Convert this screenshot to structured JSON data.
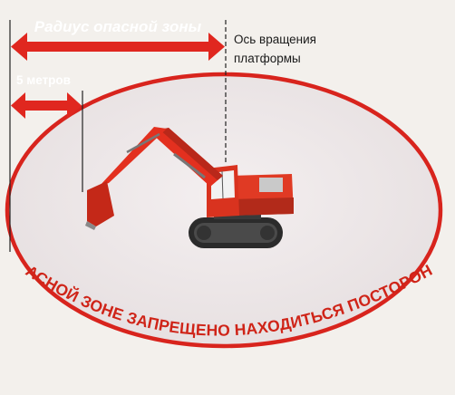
{
  "labels": {
    "radius": "Радиус опасной зоны",
    "five_meters": "5 метров",
    "axis_line1": "Ось вращения",
    "axis_line2": "платформы",
    "warning": "В ОПАСНОЙ ЗОНЕ ЗАПРЕЩЕНО НАХОДИТЬСЯ ПОСТОРОННИМ"
  },
  "icons": {
    "machine": "excavator-icon",
    "arrow": "double-arrow-icon"
  },
  "colors": {
    "accent": "#e0271f",
    "zone_fill": "#ece6e7",
    "ground_line": "#c31f1a",
    "text_dark": "#1a1a1a"
  }
}
